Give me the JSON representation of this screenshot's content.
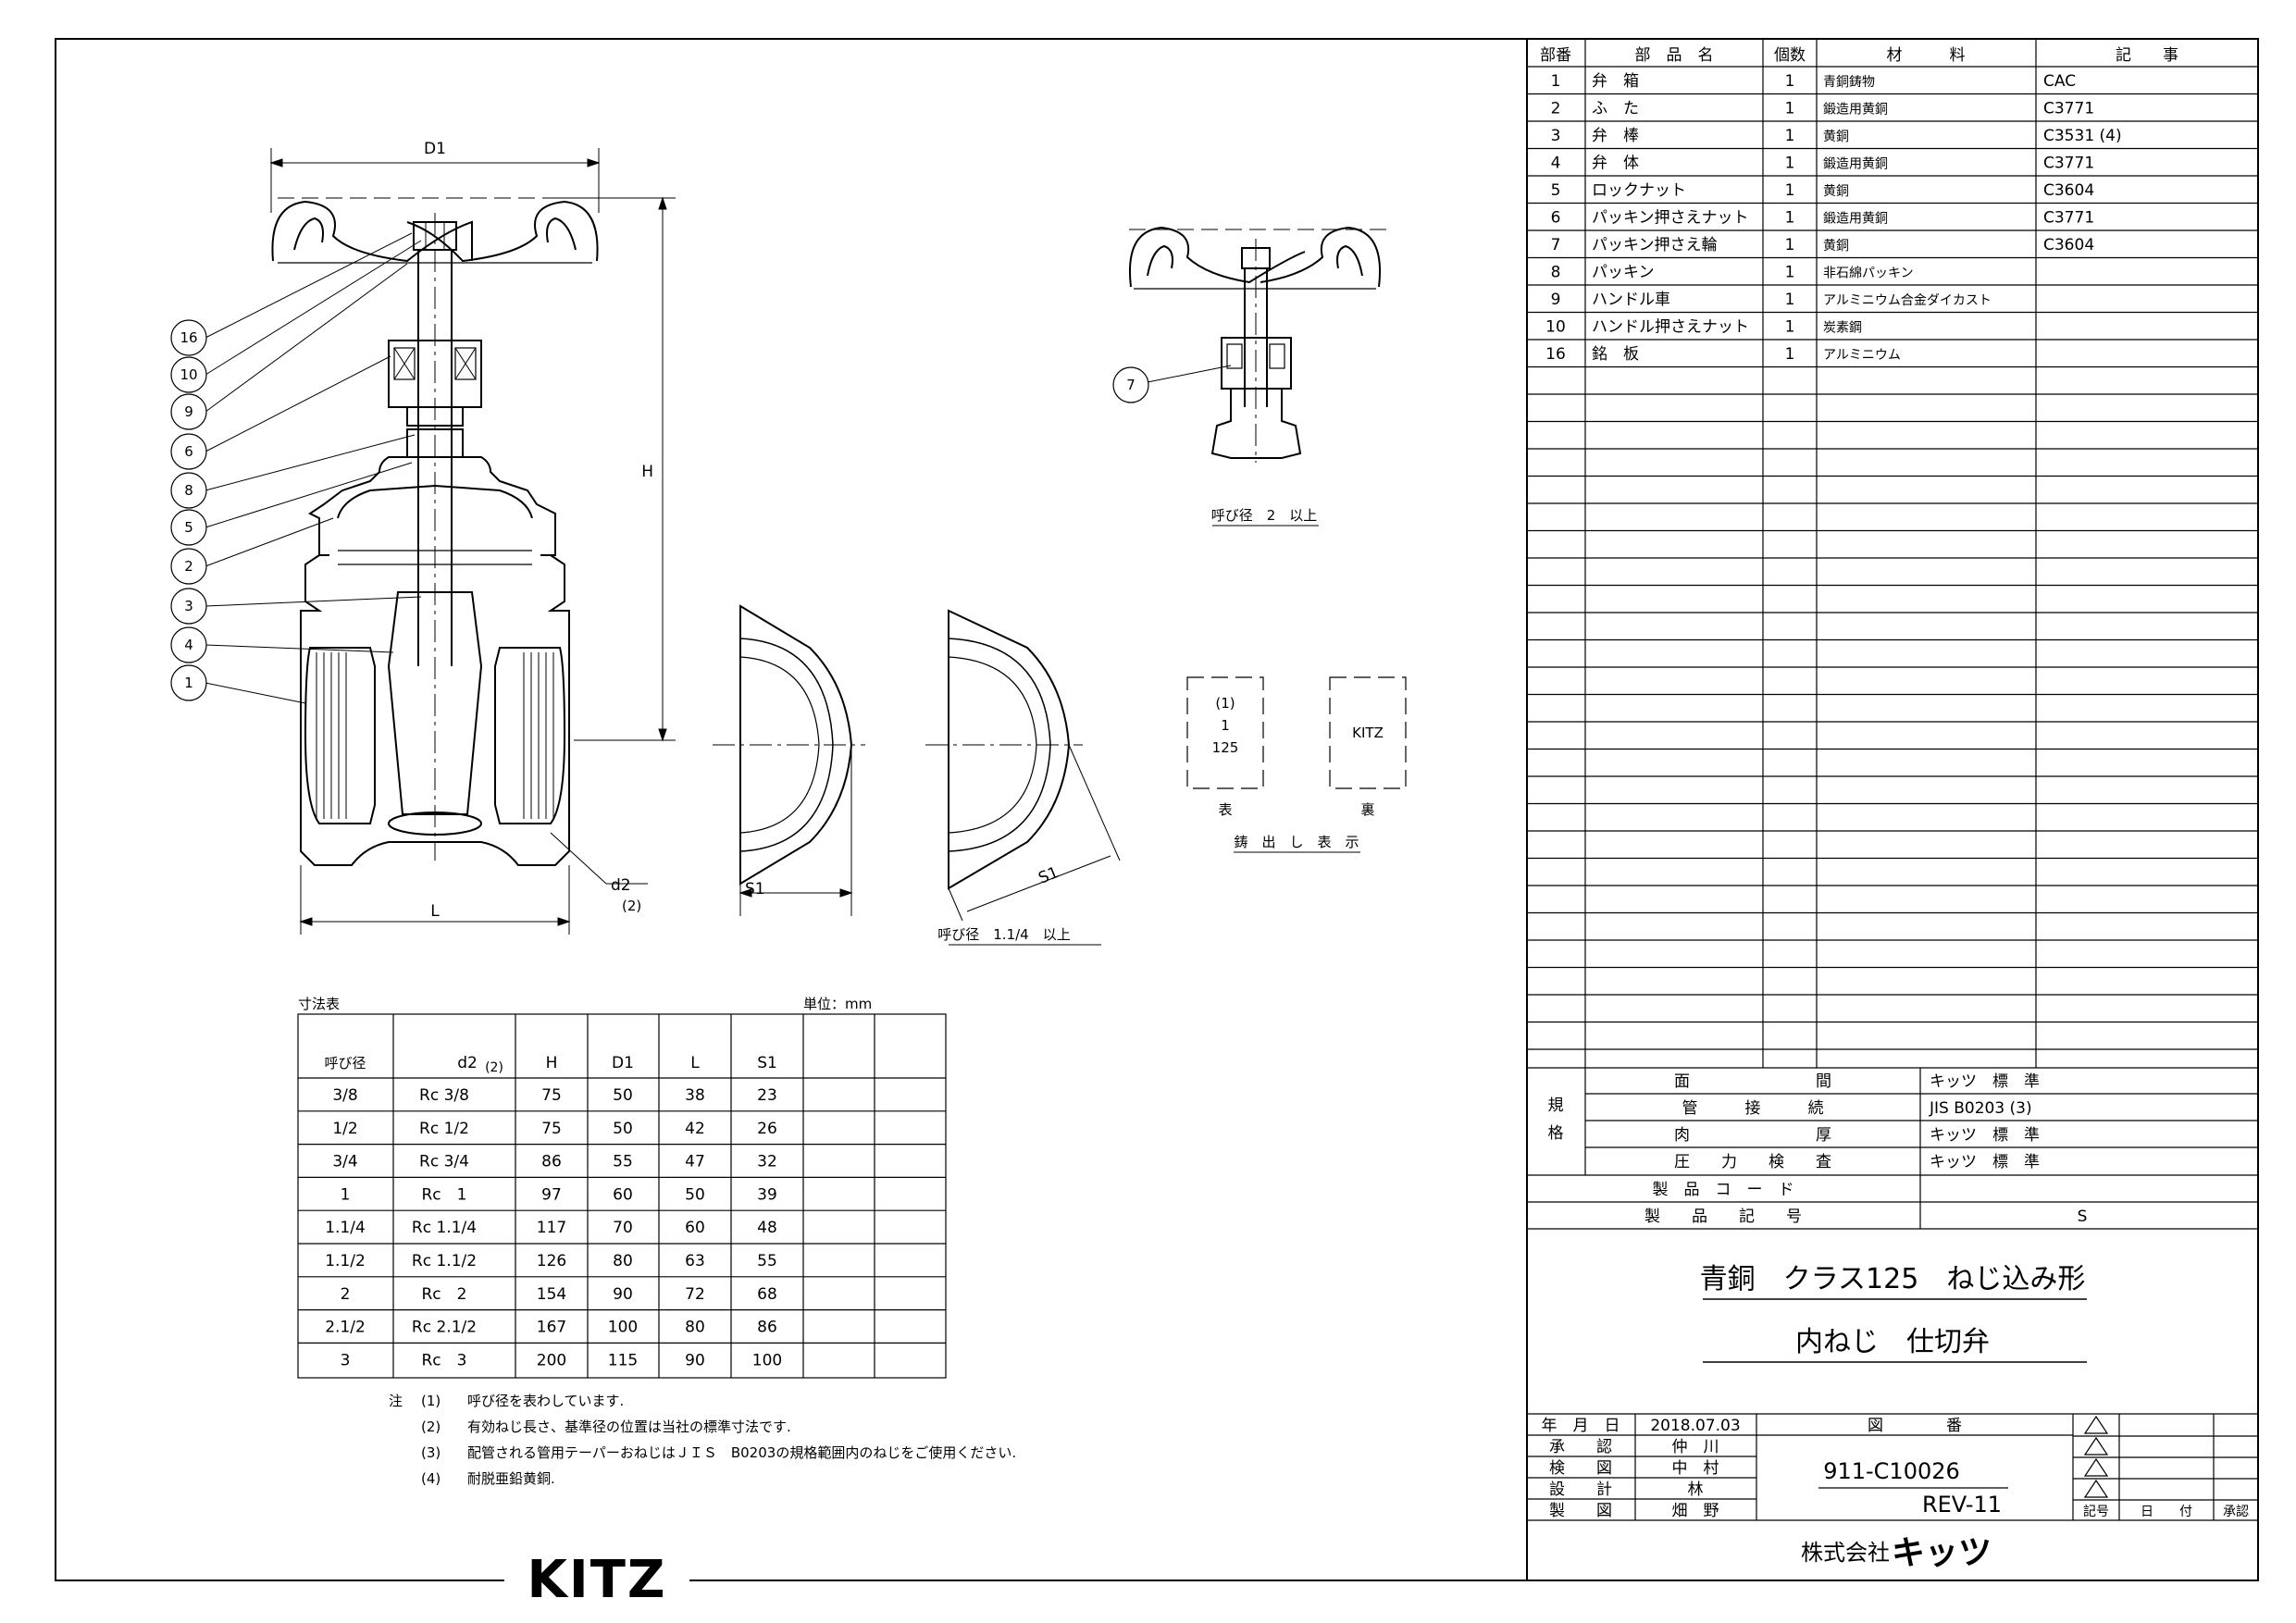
{
  "parts_table": {
    "headers": [
      "部番",
      "部　品　名",
      "個数",
      "材　　　料",
      "記　　事"
    ],
    "rows": [
      [
        "1",
        "弁　箱",
        "1",
        "青銅鋳物",
        "CAC"
      ],
      [
        "2",
        "ふ　た",
        "1",
        "鍛造用黄銅",
        "C3771"
      ],
      [
        "3",
        "弁　棒",
        "1",
        "黄銅",
        "C3531 (4)"
      ],
      [
        "4",
        "弁　体",
        "1",
        "鍛造用黄銅",
        "C3771"
      ],
      [
        "5",
        "ロックナット",
        "1",
        "黄銅",
        "C3604"
      ],
      [
        "6",
        "パッキン押さえナット",
        "1",
        "鍛造用黄銅",
        "C3771"
      ],
      [
        "7",
        "パッキン押さえ輪",
        "1",
        "黄銅",
        "C3604"
      ],
      [
        "8",
        "パッキン",
        "1",
        "非石綿パッキン",
        ""
      ],
      [
        "9",
        "ハンドル車",
        "1",
        "アルミニウム合金ダイカスト",
        ""
      ],
      [
        "10",
        "ハンドル押さえナット",
        "1",
        "炭素鋼",
        ""
      ],
      [
        "16",
        "銘　板",
        "1",
        "アルミニウム",
        ""
      ]
    ]
  },
  "spec": {
    "label_1": "規",
    "label_2": "格",
    "rows": [
      [
        "面　　　　　　　　間",
        "キッツ　標　準"
      ],
      [
        "管　　　接　　　続",
        "JIS B0203 (3)"
      ],
      [
        "肉　　　　　　　　厚",
        "キッツ　標　準"
      ],
      [
        "圧　　力　　検　　査",
        "キッツ　標　準"
      ]
    ],
    "product_code_label": "製　品　コ　ー　ド",
    "product_code_value": "",
    "product_symbol_label": "製　　品　　記　　号",
    "product_symbol_value": "S"
  },
  "title": {
    "line1": "青銅　クラス125　ねじ込み形",
    "line2": "内ねじ　仕切弁"
  },
  "title_block": {
    "date_label": "年　月　日",
    "date": "2018.07.03",
    "rows": [
      [
        "承　　認",
        "仲　川"
      ],
      [
        "検　　図",
        "中　村"
      ],
      [
        "設　　計",
        "林"
      ],
      [
        "製　　図",
        "畑　野"
      ]
    ],
    "drawing_no_label": "図　　　　番",
    "drawing_no": "911-C10026",
    "rev": "REV-11",
    "rev_headers": [
      "記号",
      "日　　付",
      "承認"
    ],
    "company": "株式会社",
    "company_brand": "キッツ"
  },
  "dim_table": {
    "caption": "寸法表",
    "unit": "単位：mm",
    "headers": [
      "呼び径",
      "d2",
      "(2)",
      "H",
      "D1",
      "L",
      "S1"
    ],
    "rows": [
      [
        "3/8",
        "Rc 3/8",
        "75",
        "50",
        "38",
        "23"
      ],
      [
        "1/2",
        "Rc 1/2",
        "75",
        "50",
        "42",
        "26"
      ],
      [
        "3/4",
        "Rc 3/4",
        "86",
        "55",
        "47",
        "32"
      ],
      [
        "1",
        "Rc　1",
        "97",
        "60",
        "50",
        "39"
      ],
      [
        "1.1/4",
        "Rc 1.1/4",
        "117",
        "70",
        "60",
        "48"
      ],
      [
        "1.1/2",
        "Rc 1.1/2",
        "126",
        "80",
        "63",
        "55"
      ],
      [
        "2",
        "Rc　2",
        "154",
        "90",
        "72",
        "68"
      ],
      [
        "2.1/2",
        "Rc 2.1/2",
        "167",
        "100",
        "80",
        "86"
      ],
      [
        "3",
        "Rc　3",
        "200",
        "115",
        "90",
        "100"
      ]
    ]
  },
  "notes": {
    "label": "注",
    "items": [
      [
        "(1)",
        "呼び径を表わしています."
      ],
      [
        "(2)",
        "有効ねじ長さ、基準径の位置は当社の標準寸法です."
      ],
      [
        "(3)",
        "配管される管用テーパーおねじはＪＩＳ　B0203の規格範囲内のねじをご使用ください."
      ],
      [
        "(4)",
        "耐脱亜鉛黄銅."
      ]
    ]
  },
  "drawing": {
    "dim_D1": "D1",
    "dim_H": "H",
    "dim_L": "L",
    "dim_d2": "d2",
    "dim_d2_note": "(2)",
    "dim_S1": "S1",
    "balloons": [
      "16",
      "10",
      "9",
      "6",
      "8",
      "5",
      "2",
      "3",
      "4",
      "1"
    ],
    "balloon_7": "7",
    "caption_2up": "呼び径　2　以上",
    "caption_114up": "呼び径　1.1/4　以上",
    "cast_front_1": "(1)",
    "cast_front_2": "1",
    "cast_front_3": "125",
    "cast_back": "KITZ",
    "cast_front_label": "表",
    "cast_back_label": "裏",
    "cast_caption": "鋳　出　し　表　示"
  },
  "brand": "KITZ"
}
